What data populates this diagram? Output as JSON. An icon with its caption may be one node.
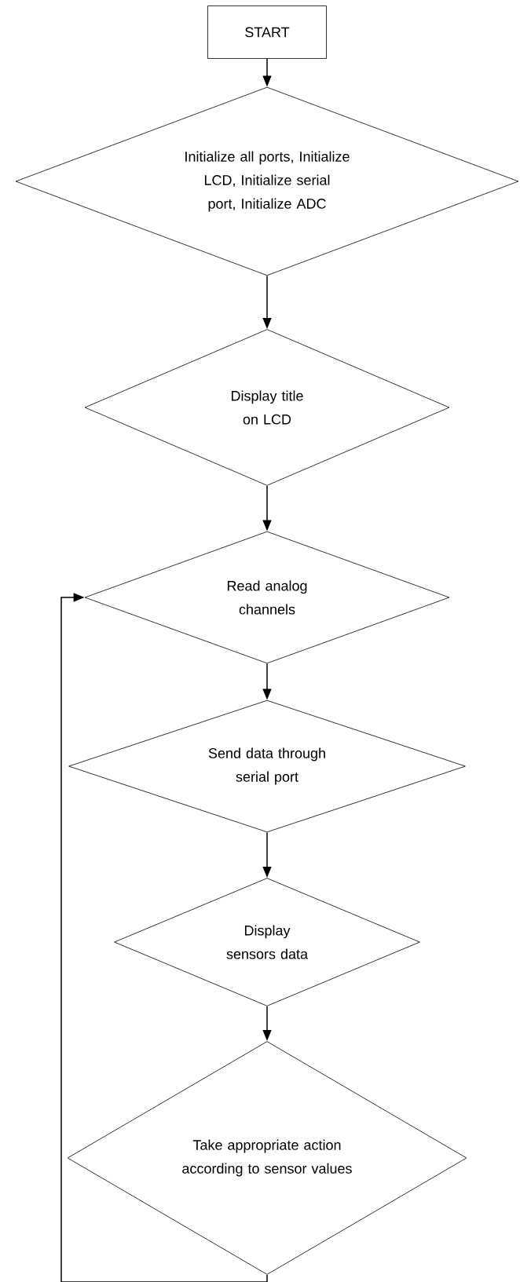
{
  "diagram": {
    "nodes": [
      {
        "text": [
          "START"
        ]
      },
      {
        "text": [
          "Initialize all ports, Initialize LCD, Initialize serial port, Initialize ADC"
        ]
      },
      {
        "text": [
          "Display title on LCD"
        ]
      },
      {
        "text": [
          "Read analog channels"
        ]
      },
      {
        "text": [
          "Send data through serial port"
        ]
      },
      {
        "text": [
          "Display sensors data"
        ]
      },
      {
        "text": [
          "Take appropriate action according to sensor values"
        ]
      }
    ],
    "edges": [
      {
        "from": 0,
        "to": 1,
        "arrow": "to"
      },
      {
        "from": 1,
        "to": 2,
        "arrow": "to"
      },
      {
        "from": 2,
        "to": 3,
        "arrow": "to"
      },
      {
        "from": 3,
        "to": 4,
        "arrow": "to"
      },
      {
        "from": 4,
        "to": 5,
        "arrow": "to"
      },
      {
        "from": 5,
        "to": 6,
        "arrow": "to"
      },
      {
        "from": 6,
        "to": 3,
        "arrow": "to"
      }
    ]
  }
}
